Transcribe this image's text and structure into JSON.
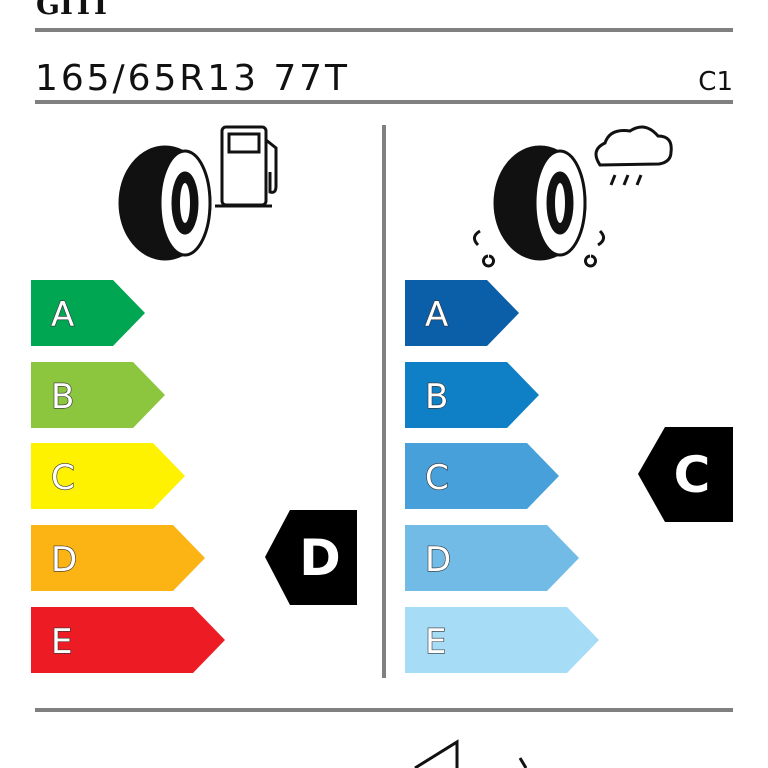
{
  "brand": "GITI",
  "tyre_size": "165/65R13 77T",
  "tyre_class": "C1",
  "fuel_efficiency": {
    "icon": "tyre-fuel-pump-icon",
    "classes": [
      {
        "label": "A",
        "color": "#00a651"
      },
      {
        "label": "B",
        "color": "#8cc63f"
      },
      {
        "label": "C",
        "color": "#fff200"
      },
      {
        "label": "D",
        "color": "#fcb415"
      },
      {
        "label": "E",
        "color": "#ed1c24"
      }
    ],
    "rating": "D"
  },
  "wet_grip": {
    "icon": "tyre-rain-cloud-icon",
    "classes": [
      {
        "label": "A",
        "color": "#0b5ea8"
      },
      {
        "label": "B",
        "color": "#0f80c6"
      },
      {
        "label": "C",
        "color": "#47a0da"
      },
      {
        "label": "D",
        "color": "#73bbe7"
      },
      {
        "label": "E",
        "color": "#a7dcf6"
      }
    ],
    "rating": "C"
  }
}
